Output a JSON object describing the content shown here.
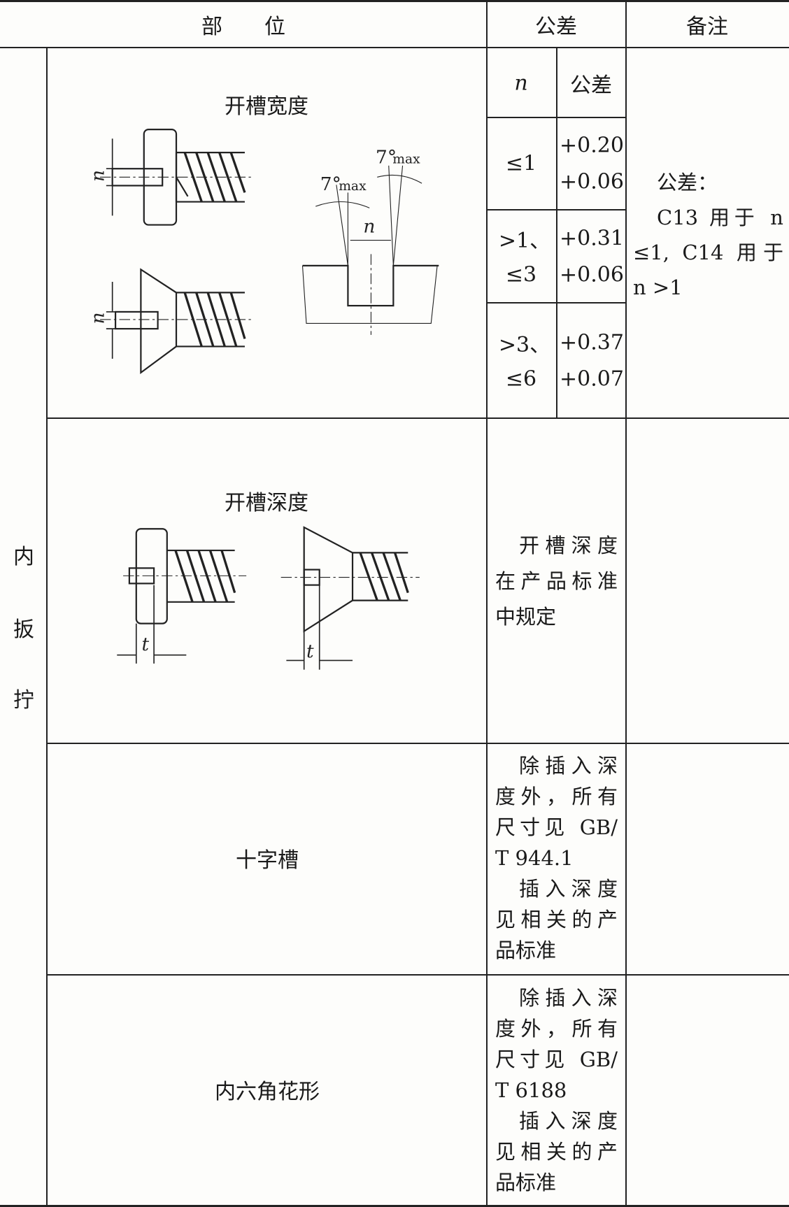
{
  "header": {
    "part": "部　　位",
    "tolerance": "公差",
    "note": "备注"
  },
  "group_label": [
    "内",
    "扳",
    "拧"
  ],
  "rows": [
    {
      "name": "开槽宽度",
      "sub_header": {
        "n": "n",
        "tol": "公差"
      },
      "sub_rows": [
        {
          "n": [
            "≤1"
          ],
          "tol": [
            "+0.20",
            "+0.06"
          ]
        },
        {
          "n": [
            ">1、",
            "≤3"
          ],
          "tol": [
            "+0.31",
            "+0.06"
          ]
        },
        {
          "n": [
            ">3、",
            "≤6"
          ],
          "tol": [
            "+0.37",
            "+0.07"
          ]
        }
      ],
      "note": [
        "公差：",
        "C13 用于 n",
        "≤1, C14 用于",
        "n >1"
      ],
      "figure_labels": {
        "n": "n",
        "angle": "7°",
        "angle_sub": "max"
      }
    },
    {
      "name": "开槽深度",
      "tolerance": [
        "开槽深度",
        "在产品标准",
        "中规定"
      ],
      "figure_labels": {
        "t": "t"
      }
    },
    {
      "name": "十字槽",
      "tolerance": [
        "除插入深",
        "度外，所有",
        "尺寸见 GB/",
        "T 944.1",
        "插入深度",
        "见相关的产",
        "品标准"
      ]
    },
    {
      "name": "内六角花形",
      "tolerance": [
        "除插入深",
        "度外，所有",
        "尺寸见 GB/",
        "T 6188",
        "插入深度",
        "见相关的产",
        "品标准"
      ]
    }
  ]
}
